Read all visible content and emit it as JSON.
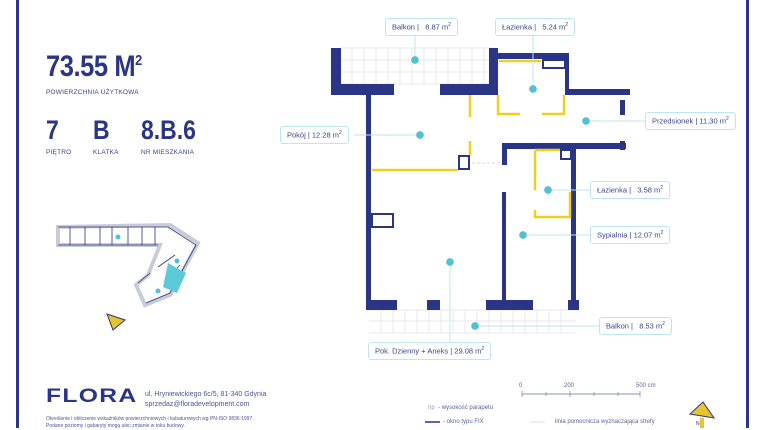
{
  "summary": {
    "area_value": "73.55 M",
    "area_sup": "2",
    "area_caption": "POWIERZCHNIA UŻYTKOWA",
    "floor_value": "7",
    "floor_caption": "PIĘTRO",
    "stair_value": "B",
    "stair_caption": "KLATKA",
    "unit_value": "8.B.6",
    "unit_caption": "NR MIESZKANIA"
  },
  "rooms": [
    {
      "name": "Balkon |",
      "area": "8.87 m",
      "sup": "2"
    },
    {
      "name": "Łazienka |",
      "area": "5.24 m",
      "sup": "2"
    },
    {
      "name": "Pokój |",
      "area": "12.28 m",
      "sup": "2"
    },
    {
      "name": "Przedsionek |",
      "area": "11.30 m",
      "sup": "2"
    },
    {
      "name": "Łazienka |",
      "area": "3.58 m",
      "sup": "2"
    },
    {
      "name": "Sypialnia |",
      "area": "12.07 m",
      "sup": "2"
    },
    {
      "name": "Balkon |",
      "area": "8.53 m",
      "sup": "2"
    },
    {
      "name": "Pok. Dzienny + Aneks |",
      "area": "29.08 m",
      "sup": "2"
    }
  ],
  "footer": {
    "logo": "FLORA",
    "address": "ul. Hryniewickiego 6c/5, 81-340 Gdynia",
    "email": "sprzedaz@floradevelopment.com",
    "note_1": "Określenie i obliczenie wskaźników powierzchniowych i kubaturowych wg PN-ISO 9836:1997.",
    "note_2": "Podane poziomy i gabaryty mogą ulec zmianie w toku budowy."
  },
  "legend": {
    "hp_symbol": "hp",
    "hp_text": "- wysokość parapetu",
    "fix_text": "- okno typu FIX",
    "helper_text": "linia pomocnicza wyznaczająca strefy"
  },
  "scale": {
    "tick_0": "0",
    "tick_200": "200",
    "tick_500": "500 cm"
  },
  "compass": {
    "label": "N"
  },
  "colors": {
    "wall": "#2b3585",
    "fixture": "#f2cf1e",
    "marker": "#4fc3d3",
    "highlight": "#5bc9d6"
  }
}
